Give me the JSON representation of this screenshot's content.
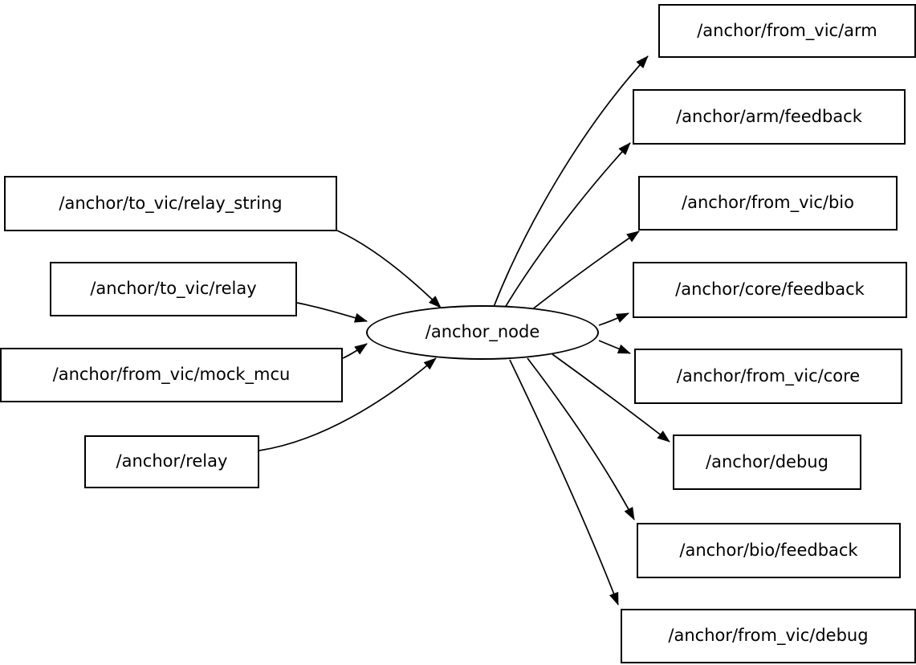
{
  "graph": {
    "center_node": {
      "label": "/anchor_node"
    },
    "input_topics": [
      {
        "label": "/anchor/to_vic/relay_string"
      },
      {
        "label": "/anchor/to_vic/relay"
      },
      {
        "label": "/anchor/from_vic/mock_mcu"
      },
      {
        "label": "/anchor/relay"
      }
    ],
    "output_topics": [
      {
        "label": "/anchor/from_vic/arm"
      },
      {
        "label": "/anchor/arm/feedback"
      },
      {
        "label": "/anchor/from_vic/bio"
      },
      {
        "label": "/anchor/core/feedback"
      },
      {
        "label": "/anchor/from_vic/core"
      },
      {
        "label": "/anchor/debug"
      },
      {
        "label": "/anchor/bio/feedback"
      },
      {
        "label": "/anchor/from_vic/debug"
      }
    ],
    "edges": [
      {
        "from": "/anchor/to_vic/relay_string",
        "to": "/anchor_node"
      },
      {
        "from": "/anchor/to_vic/relay",
        "to": "/anchor_node"
      },
      {
        "from": "/anchor/from_vic/mock_mcu",
        "to": "/anchor_node"
      },
      {
        "from": "/anchor/relay",
        "to": "/anchor_node"
      },
      {
        "from": "/anchor_node",
        "to": "/anchor/from_vic/arm"
      },
      {
        "from": "/anchor_node",
        "to": "/anchor/arm/feedback"
      },
      {
        "from": "/anchor_node",
        "to": "/anchor/from_vic/bio"
      },
      {
        "from": "/anchor_node",
        "to": "/anchor/core/feedback"
      },
      {
        "from": "/anchor_node",
        "to": "/anchor/from_vic/core"
      },
      {
        "from": "/anchor_node",
        "to": "/anchor/debug"
      },
      {
        "from": "/anchor_node",
        "to": "/anchor/bio/feedback"
      },
      {
        "from": "/anchor_node",
        "to": "/anchor/from_vic/debug"
      }
    ],
    "colors": {
      "background": "#ffffff",
      "node_fill": "#ffffff",
      "node_border": "#000000",
      "edge": "#000000",
      "text": "#000000"
    }
  }
}
